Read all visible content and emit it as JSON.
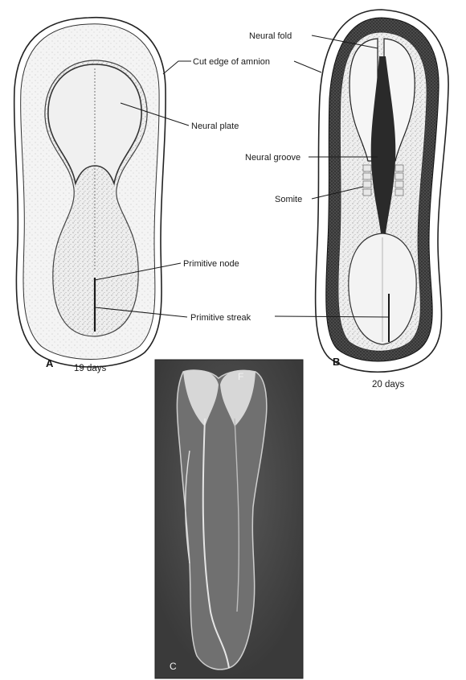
{
  "panels": {
    "a": {
      "letter": "A",
      "caption": "19 days"
    },
    "b": {
      "letter": "B",
      "caption": "20 days"
    },
    "c": {
      "letter": "C",
      "top_marker": "F"
    }
  },
  "labels": {
    "cut_edge_of_amnion": "Cut edge of amnion",
    "neural_plate": "Neural plate",
    "primitive_node": "Primitive node",
    "primitive_streak": "Primitive streak",
    "neural_fold": "Neural fold",
    "neural_groove": "Neural groove",
    "somite": "Somite"
  }
}
